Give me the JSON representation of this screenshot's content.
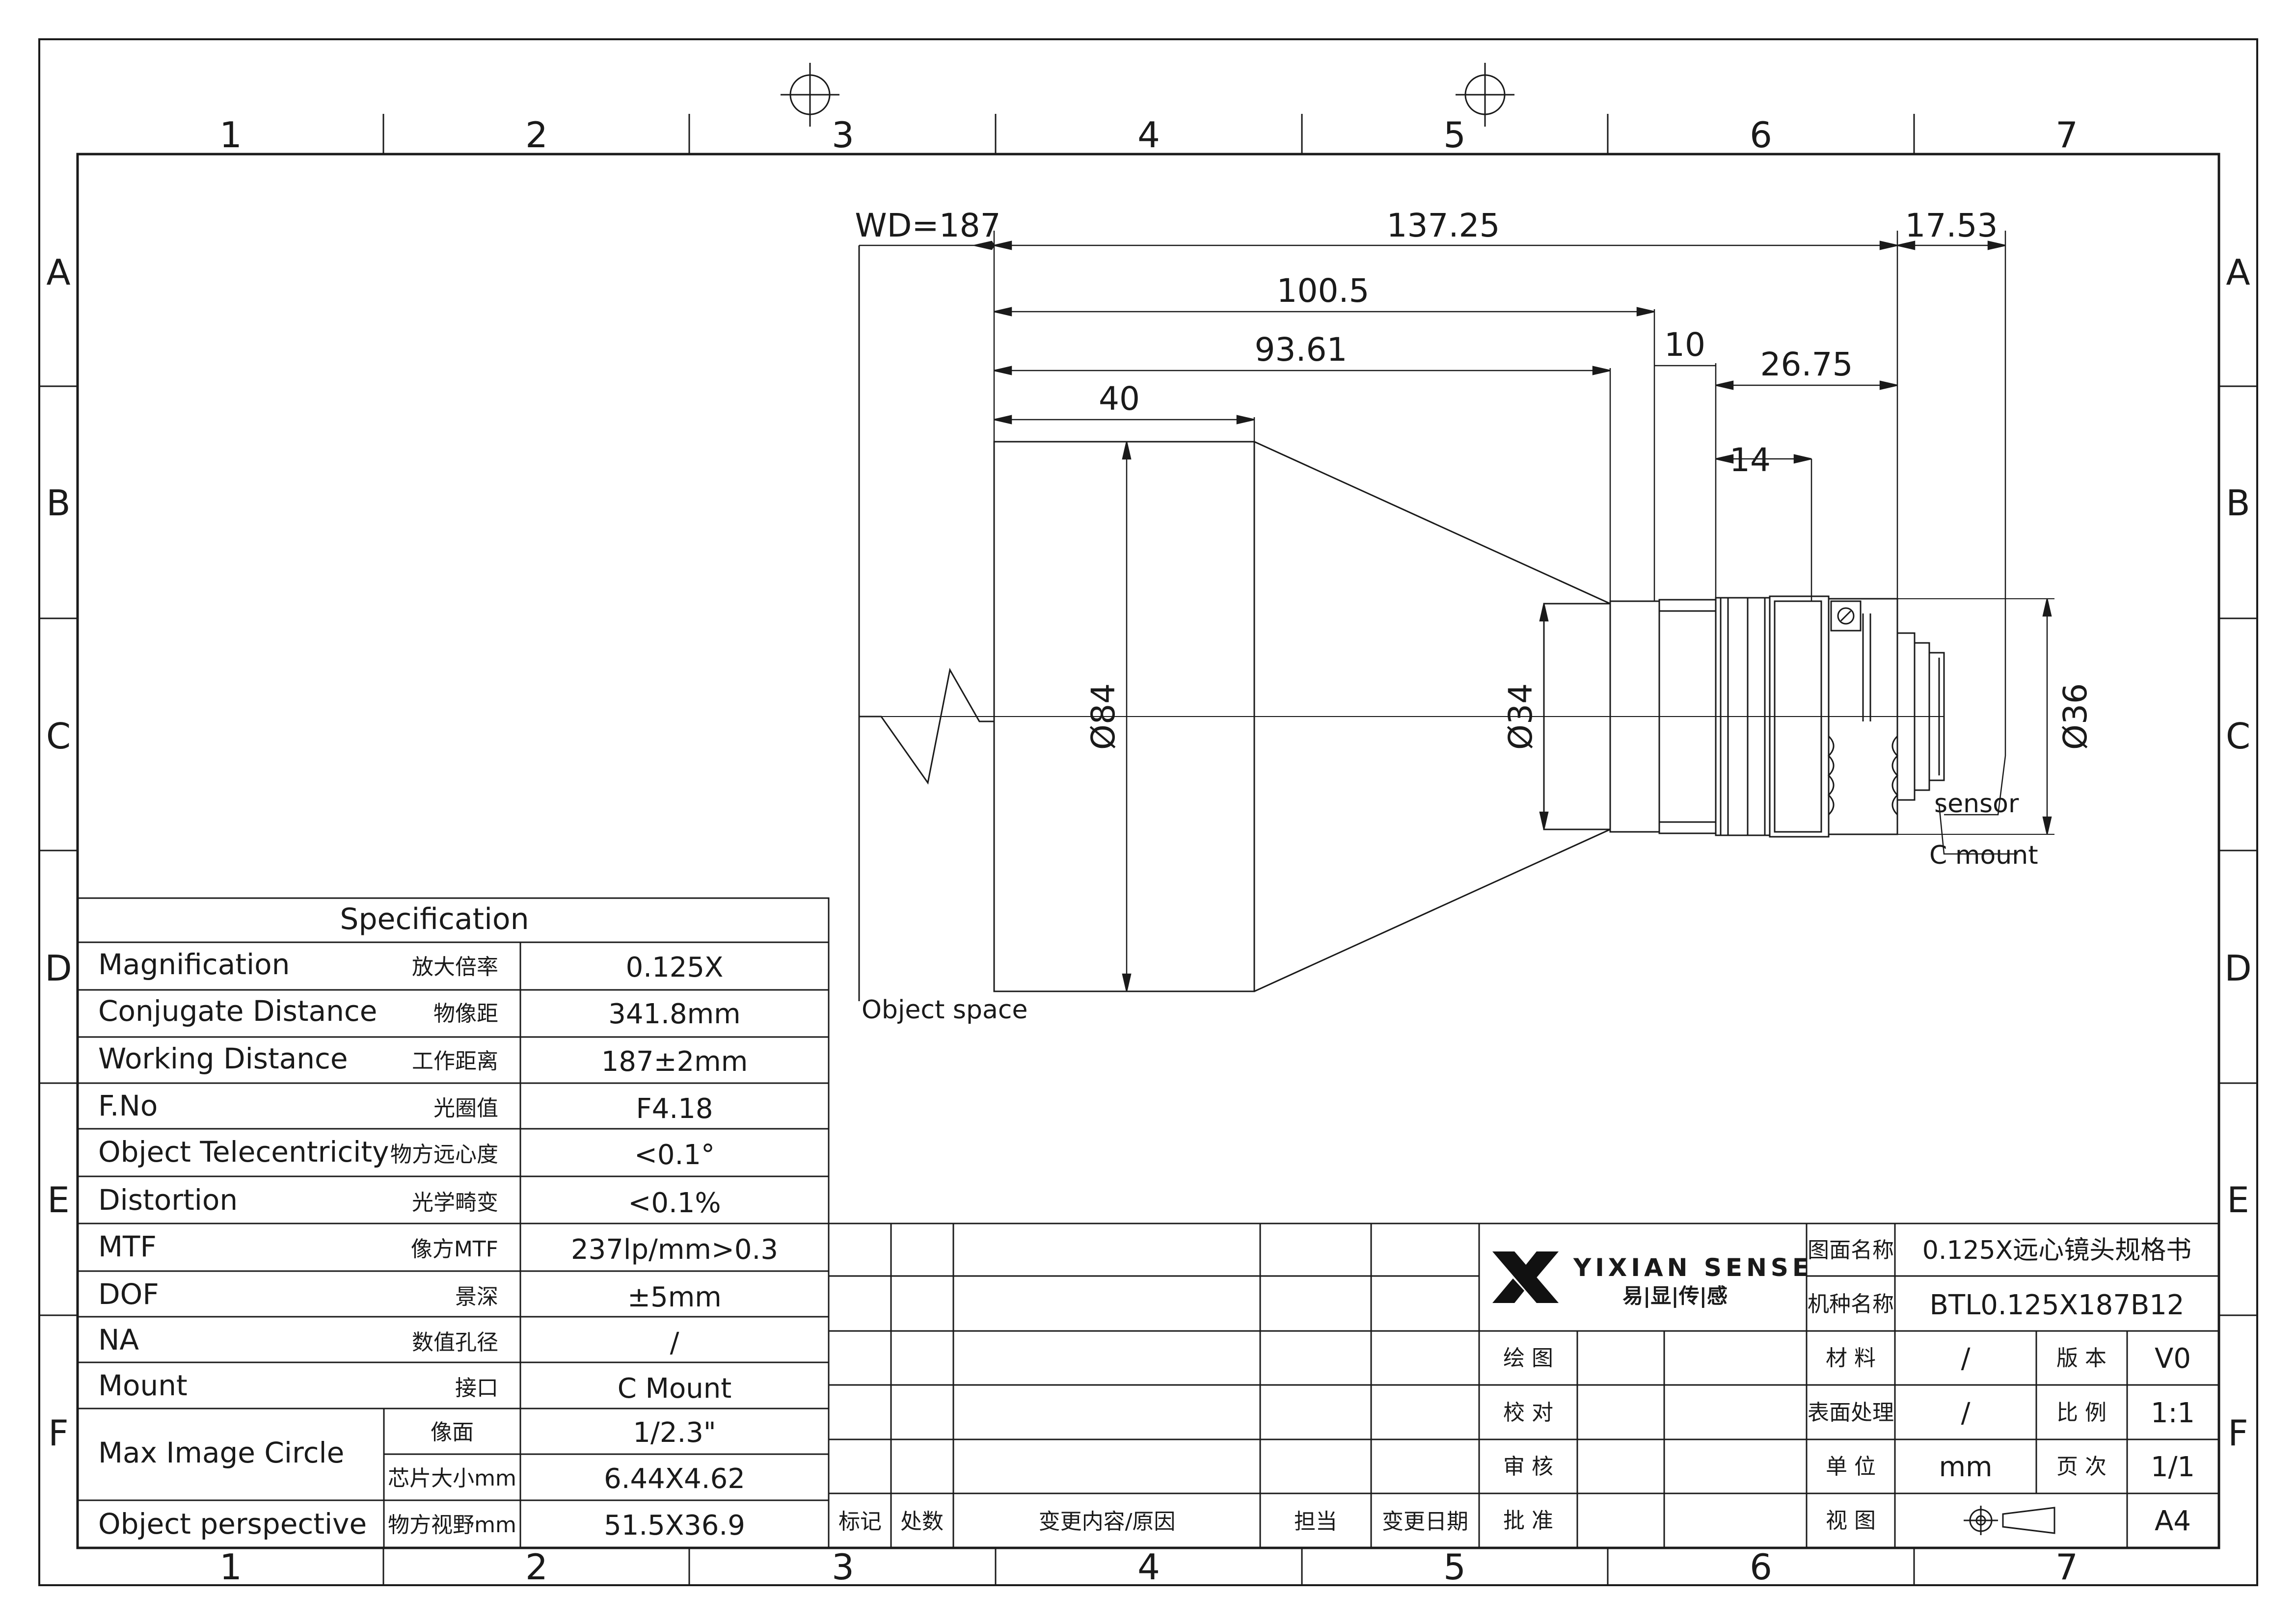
{
  "grid": {
    "cols": [
      "1",
      "2",
      "3",
      "4",
      "5",
      "6",
      "7"
    ],
    "rows": [
      "A",
      "B",
      "C",
      "D",
      "E",
      "F"
    ]
  },
  "dims": {
    "wd": "WD=187",
    "d137": "137.25",
    "d17": "17.53",
    "d100": "100.5",
    "d10": "10",
    "d93": "93.61",
    "d26": "26.75",
    "d40": "40",
    "d14": "14",
    "phi84": "Ø84",
    "phi34": "Ø34",
    "phi36": "Ø36",
    "sensor": "sensor",
    "cmount": "C mount",
    "object_space": "Object space"
  },
  "spec": {
    "title": "Specification",
    "rows": [
      {
        "en": "Magnification",
        "cn": "放大倍率",
        "val": "0.125X"
      },
      {
        "en": "Conjugate Distance",
        "cn": "物像距",
        "val": "341.8mm"
      },
      {
        "en": "Working Distance",
        "cn": "工作距离",
        "val": "187±2mm"
      },
      {
        "en": "F.No",
        "cn": "光圈值",
        "val": "F4.18"
      },
      {
        "en": "Object Telecentricity",
        "cn": "物方远心度",
        "val": "<0.1°"
      },
      {
        "en": "Distortion",
        "cn": "光学畸变",
        "val": "<0.1%"
      },
      {
        "en": "MTF",
        "cn": "像方MTF",
        "val": "237lp/mm>0.3"
      },
      {
        "en": "DOF",
        "cn": "景深",
        "val": "±5mm"
      },
      {
        "en": "NA",
        "cn": "数值孔径",
        "val": "/"
      },
      {
        "en": "Mount",
        "cn": "接口",
        "val": "C Mount"
      }
    ],
    "mic_label": "Max Image Circle",
    "mic_rows": [
      {
        "cn": "像面",
        "val": "1/2.3\""
      },
      {
        "cn": "芯片大小mm",
        "val": "6.44X4.62"
      }
    ],
    "op_row": {
      "en": "Object perspective",
      "cn": "物方视野mm",
      "val": "51.5X36.9"
    }
  },
  "revision": {
    "headers": [
      "标记",
      "处数",
      "变更内容/原因",
      "担当",
      "变更日期"
    ]
  },
  "title_block": {
    "logo_en": "YIXIAN SENSE",
    "logo_cn": "易|显|传|感",
    "drawing_name_label": "图面名称",
    "drawing_name": "0.125X远心镜头规格书",
    "model_label": "机种名称",
    "model": "BTL0.125X187B12",
    "sign_rows": [
      "绘 图",
      "校 对",
      "审 核",
      "批 准"
    ],
    "material_label": "材 料",
    "material": "/",
    "version_label": "版 本",
    "version": "V0",
    "surface_label": "表面处理",
    "surface": "/",
    "scale_label": "比 例",
    "scale": "1:1",
    "unit_label": "单 位",
    "unit": "mm",
    "page_label": "页 次",
    "page": "1/1",
    "view_label": "视 图",
    "size": "A4"
  }
}
